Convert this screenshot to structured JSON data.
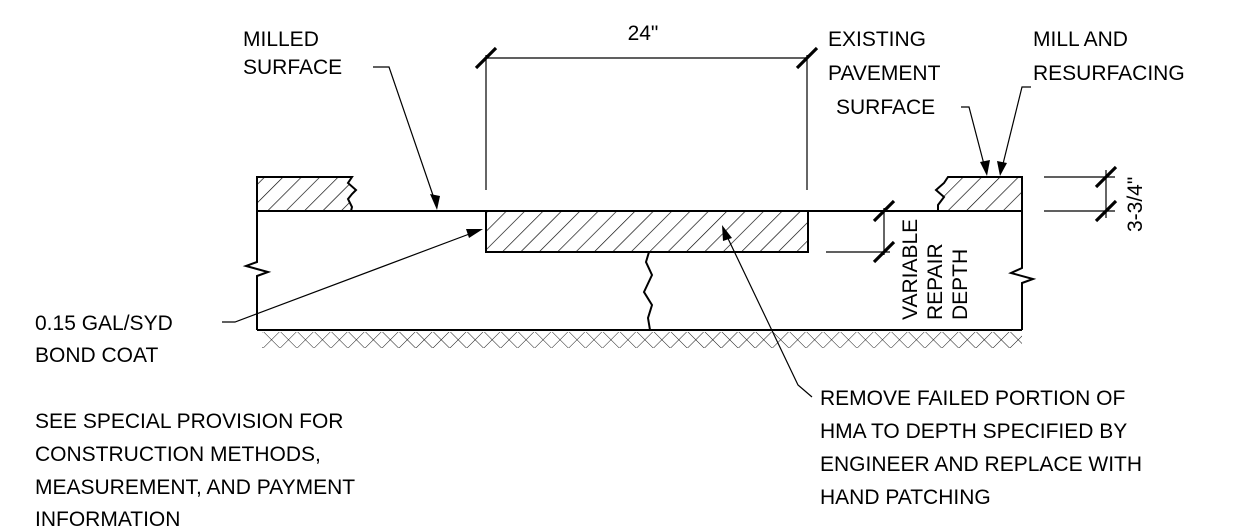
{
  "labels": {
    "milled_surface": [
      "MILLED",
      "SURFACE"
    ],
    "dimension_width": "24\"",
    "existing_pavement_surface": [
      "EXISTING",
      "PAVEMENT",
      "SURFACE"
    ],
    "mill_and_resurfacing": [
      "MILL AND",
      "RESURFACING"
    ],
    "resurfacing_thickness": "3-3/4\"",
    "variable_repair_depth": [
      "VARIABLE",
      "REPAIR",
      "DEPTH"
    ],
    "bond_coat": [
      "0.15 GAL/SYD",
      "BOND COAT"
    ],
    "remove_failed_portion": [
      "REMOVE FAILED PORTION OF",
      "HMA TO DEPTH SPECIFIED BY",
      "ENGINEER AND REPLACE WITH",
      "HAND PATCHING"
    ],
    "see_special_provision": [
      "SEE SPECIAL PROVISION FOR",
      "CONSTRUCTION METHODS,",
      "MEASUREMENT, AND PAYMENT",
      "INFORMATION"
    ]
  }
}
